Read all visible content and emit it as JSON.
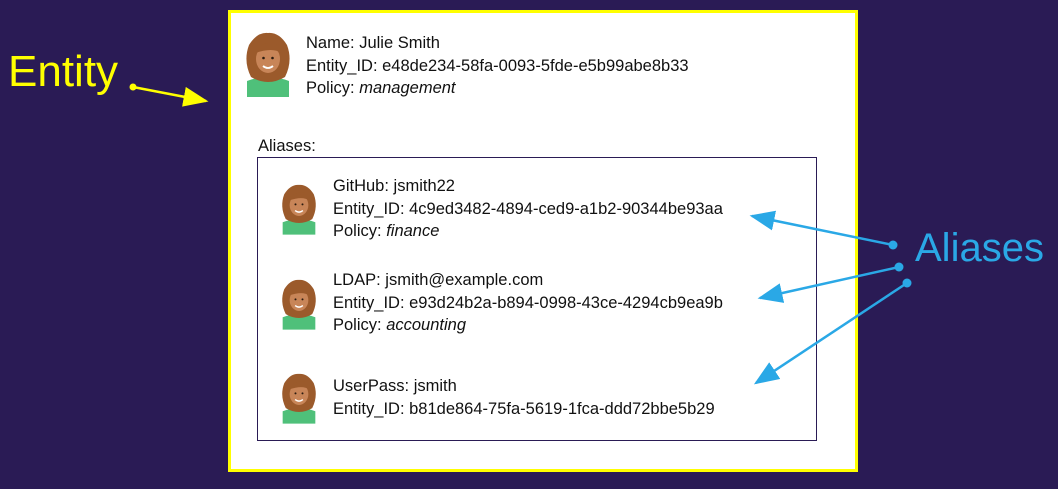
{
  "labels": {
    "entity": "Entity",
    "aliases": "Aliases"
  },
  "entity": {
    "name_label": "Name:",
    "name": "Julie Smith",
    "id_label": "Entity_ID:",
    "id": "e48de234-58fa-0093-5fde-e5b99abe8b33",
    "policy_label": "Policy:",
    "policy": "management"
  },
  "aliases_title": "Aliases:",
  "aliases": [
    {
      "provider": "GitHub:",
      "username": "jsmith22",
      "id_label": "Entity_ID:",
      "id": "4c9ed3482-4894-ced9-a1b2-90344be93aa",
      "policy_label": "Policy:",
      "policy": "finance"
    },
    {
      "provider": "LDAP:",
      "username": "jsmith@example.com",
      "id_label": "Entity_ID:",
      "id": "e93d24b2a-b894-0998-43ce-4294cb9ea9b",
      "policy_label": "Policy:",
      "policy": "accounting"
    },
    {
      "provider": "UserPass:",
      "username": "jsmith",
      "id_label": "Entity_ID:",
      "id": "b81de864-75fa-5619-1fca-ddd72bbe5b29"
    }
  ],
  "colors": {
    "background": "#2a1b55",
    "entity_accent": "#ffff00",
    "aliases_accent": "#2aa8e6"
  }
}
